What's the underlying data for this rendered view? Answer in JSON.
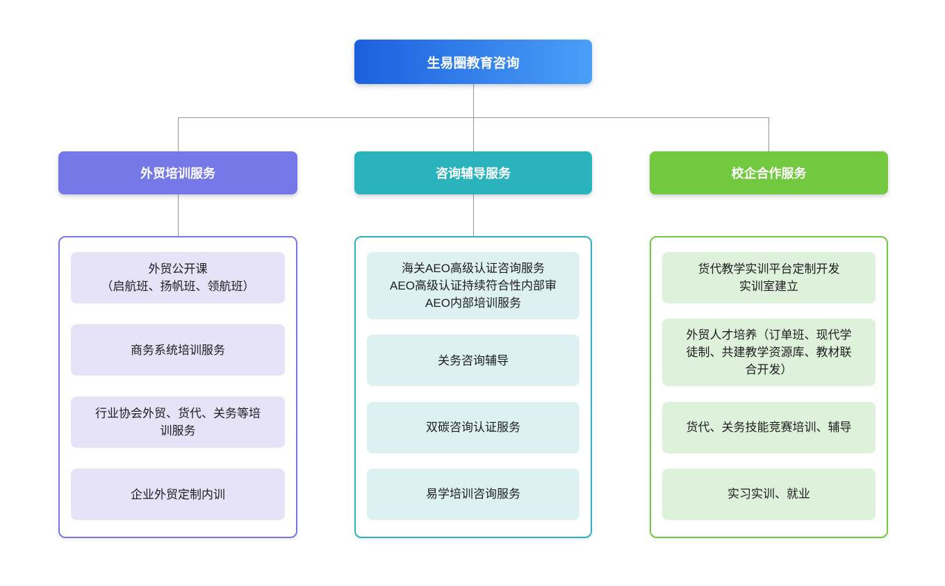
{
  "diagram": {
    "connector_color": "#8e959c",
    "root": {
      "label": "生易圈教育咨询",
      "gradient_start": "#1c60de",
      "gradient_end": "#4a9ff7"
    },
    "branches": [
      {
        "label": "外贸培训服务",
        "accent_color": "#7678e8",
        "item_bg_color": "#e6e3f8",
        "items": [
          {
            "text": "外贸公开课\n（启航班、扬帆班、领航班）"
          },
          {
            "text": "商务系统培训服务"
          },
          {
            "text": "行业协会外贸、货代、关务等培训服务"
          },
          {
            "text": "企业外贸定制内训"
          }
        ]
      },
      {
        "label": "咨询辅导服务",
        "accent_color": "#2ab3bc",
        "item_bg_color": "#ddf1f3",
        "items": [
          {
            "text": "海关AEO高级认证咨询服务\nAEO高级认证持续符合性内部审\nAEO内部培训服务"
          },
          {
            "text": "关务咨询辅导"
          },
          {
            "text": "双碳咨询认证服务"
          },
          {
            "text": "易学培训咨询服务"
          }
        ]
      },
      {
        "label": "校企合作服务",
        "accent_color": "#72c940",
        "item_bg_color": "#def2db",
        "items": [
          {
            "text": "货代教学实训平台定制开发\n实训室建立"
          },
          {
            "text": "外贸人才培养（订单班、现代学徒制、共建教学资源库、教材联合开发）"
          },
          {
            "text": "货代、关务技能竞赛培训、辅导"
          },
          {
            "text": "实习实训、就业"
          }
        ]
      }
    ]
  }
}
